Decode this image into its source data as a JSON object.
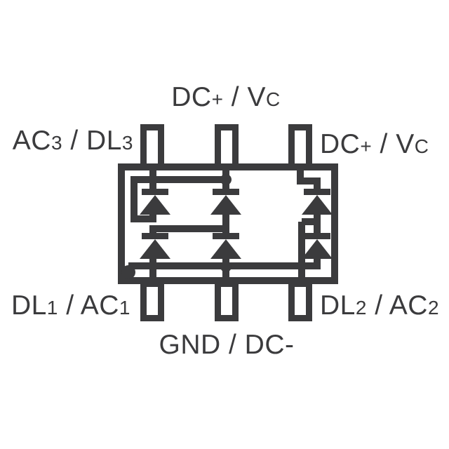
{
  "colors": {
    "line": "#3b3b3d",
    "background": "#ffffff"
  },
  "labels": {
    "top_left": {
      "text": "AC3 / DL3",
      "parts": [
        "AC",
        "3",
        " / DL",
        "3"
      ]
    },
    "top_center": {
      "text": "DC+ / VC",
      "parts": [
        "DC",
        "+",
        " / V",
        "C"
      ]
    },
    "top_right": {
      "text": "DC+ / VC",
      "parts": [
        "DC",
        "+",
        " / V",
        "C"
      ]
    },
    "bottom_left": {
      "text": "DL1 / AC1",
      "parts": [
        "DL",
        "1",
        " / AC",
        "1"
      ]
    },
    "bottom_center": {
      "text": "GND / DC-",
      "parts": [
        "GND / DC-"
      ]
    },
    "bottom_right": {
      "text": "DL2 / AC2",
      "parts": [
        "DL",
        "2",
        " / AC",
        "2"
      ]
    }
  },
  "figure": {
    "pin_count": 6,
    "diode_count": 6,
    "junction_dot_count": 2,
    "pin1_marker_dot": true
  }
}
